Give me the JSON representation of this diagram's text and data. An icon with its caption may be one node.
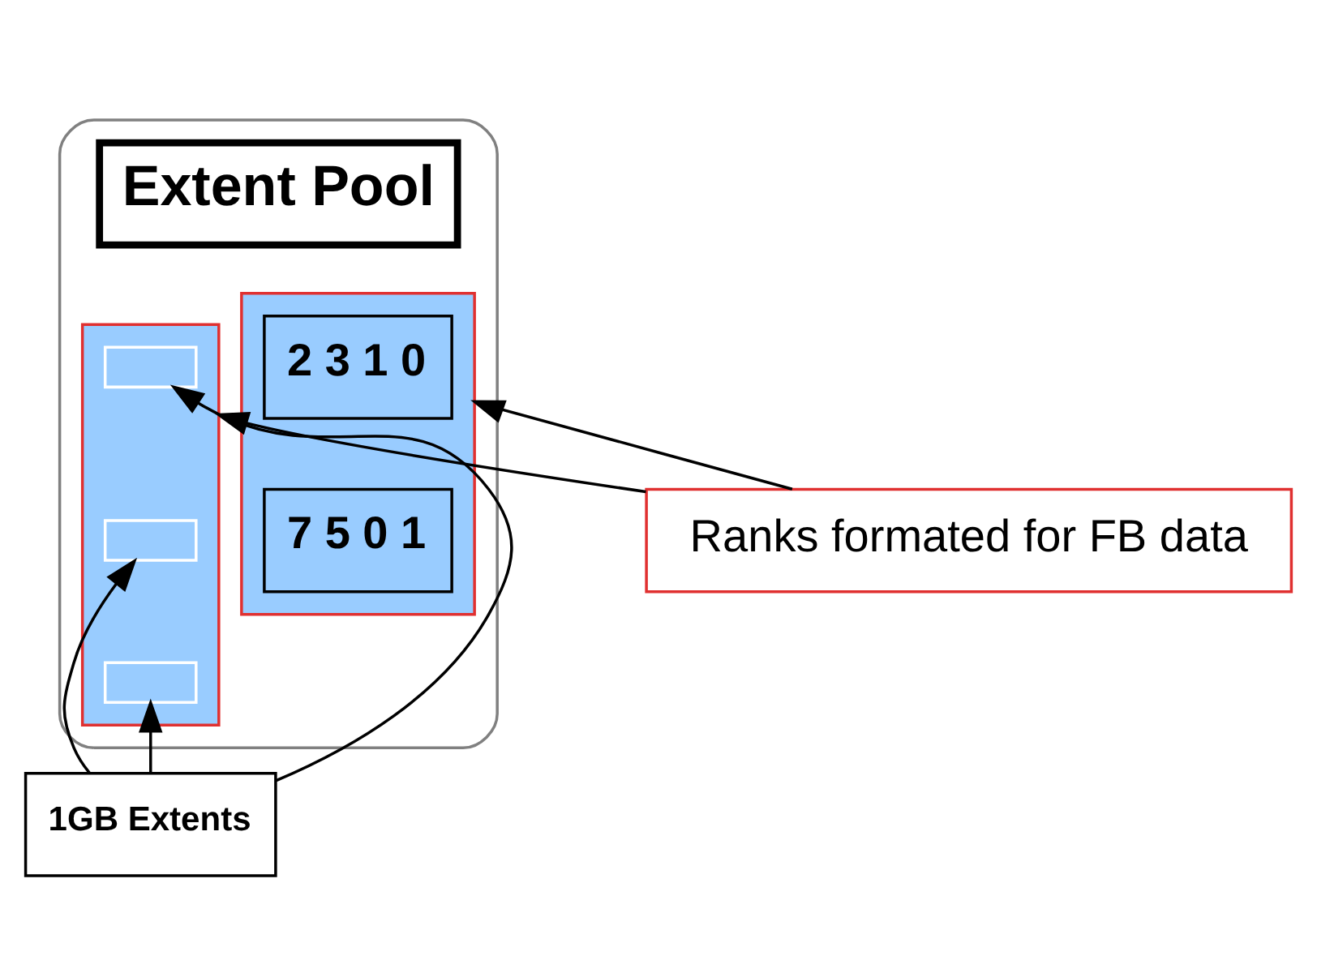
{
  "diagram": {
    "nodes": [
      {
        "text": [],
        "shape": "cloud"
      },
      {
        "text": [
          "Extent Pool"
        ],
        "in": 0
      },
      {
        "text": [],
        "shape": "box",
        "in": 0
      },
      {
        "text": [
          "2 3 1 0"
        ],
        "in": 2
      },
      {
        "text": [
          "7 5 0 1"
        ],
        "in": 2
      },
      {
        "text": [],
        "shape": "box",
        "in": 0
      },
      {
        "text": [],
        "shape": "box",
        "in": 5
      },
      {
        "text": [],
        "shape": "box",
        "in": 5
      },
      {
        "text": [],
        "shape": "box",
        "in": 5
      },
      {
        "text": [
          "1GB Extents"
        ]
      },
      {
        "text": [
          "Ranks formated for FB data"
        ]
      }
    ],
    "edges": [
      {
        "from": 9,
        "to": 6,
        "arrow": "to"
      },
      {
        "from": 9,
        "to": 7,
        "arrow": "to"
      },
      {
        "from": 9,
        "to": 8,
        "arrow": "to"
      },
      {
        "from": 10,
        "to": 2,
        "arrow": "to"
      },
      {
        "from": 10,
        "to": 5,
        "arrow": "to"
      }
    ]
  }
}
